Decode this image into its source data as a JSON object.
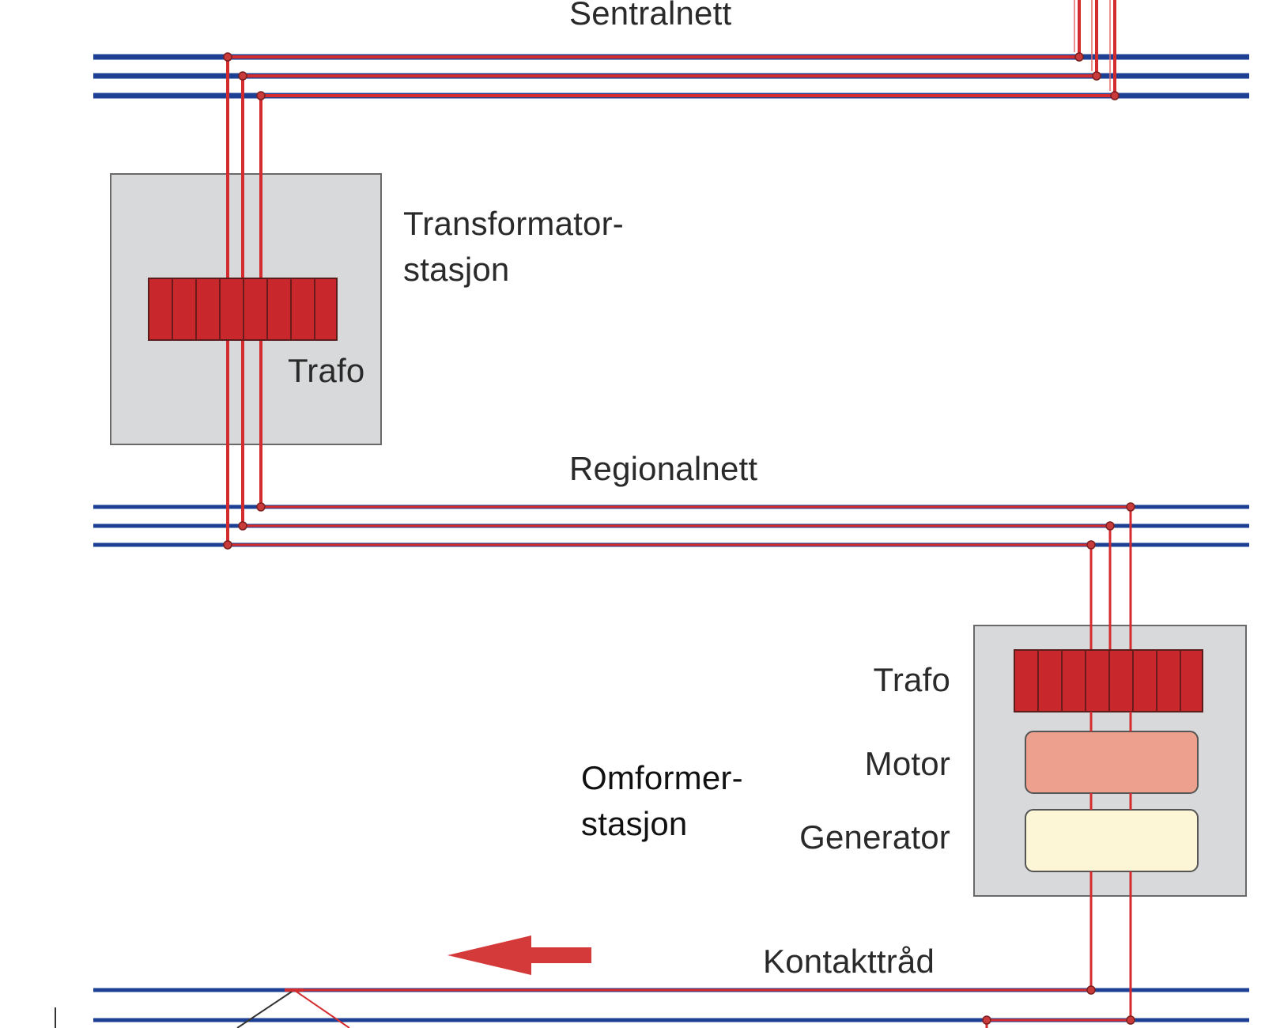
{
  "networks": {
    "sentralnett": "Sentralnett",
    "regionalnett": "Regionalnett",
    "kontakttrad": "Kontakttråd"
  },
  "transformer_station": {
    "title_line1": "Transformator-",
    "title_line2": "stasjon",
    "trafo_label": "Trafo"
  },
  "converter_station": {
    "title_line1": "Omformer-",
    "title_line2": "stasjon",
    "trafo_label": "Trafo",
    "motor_label": "Motor",
    "generator_label": "Generator"
  },
  "colors": {
    "bus_line": "#1d3f94",
    "feeder": "#d42b2f",
    "trafo_fill": "#c8282c",
    "station_box": "#d8d9da",
    "motor_fill": "#eea08e",
    "generator_fill": "#fdf6d6",
    "arrow": "#d53a3a"
  },
  "direction_arrow": "arrow-left"
}
